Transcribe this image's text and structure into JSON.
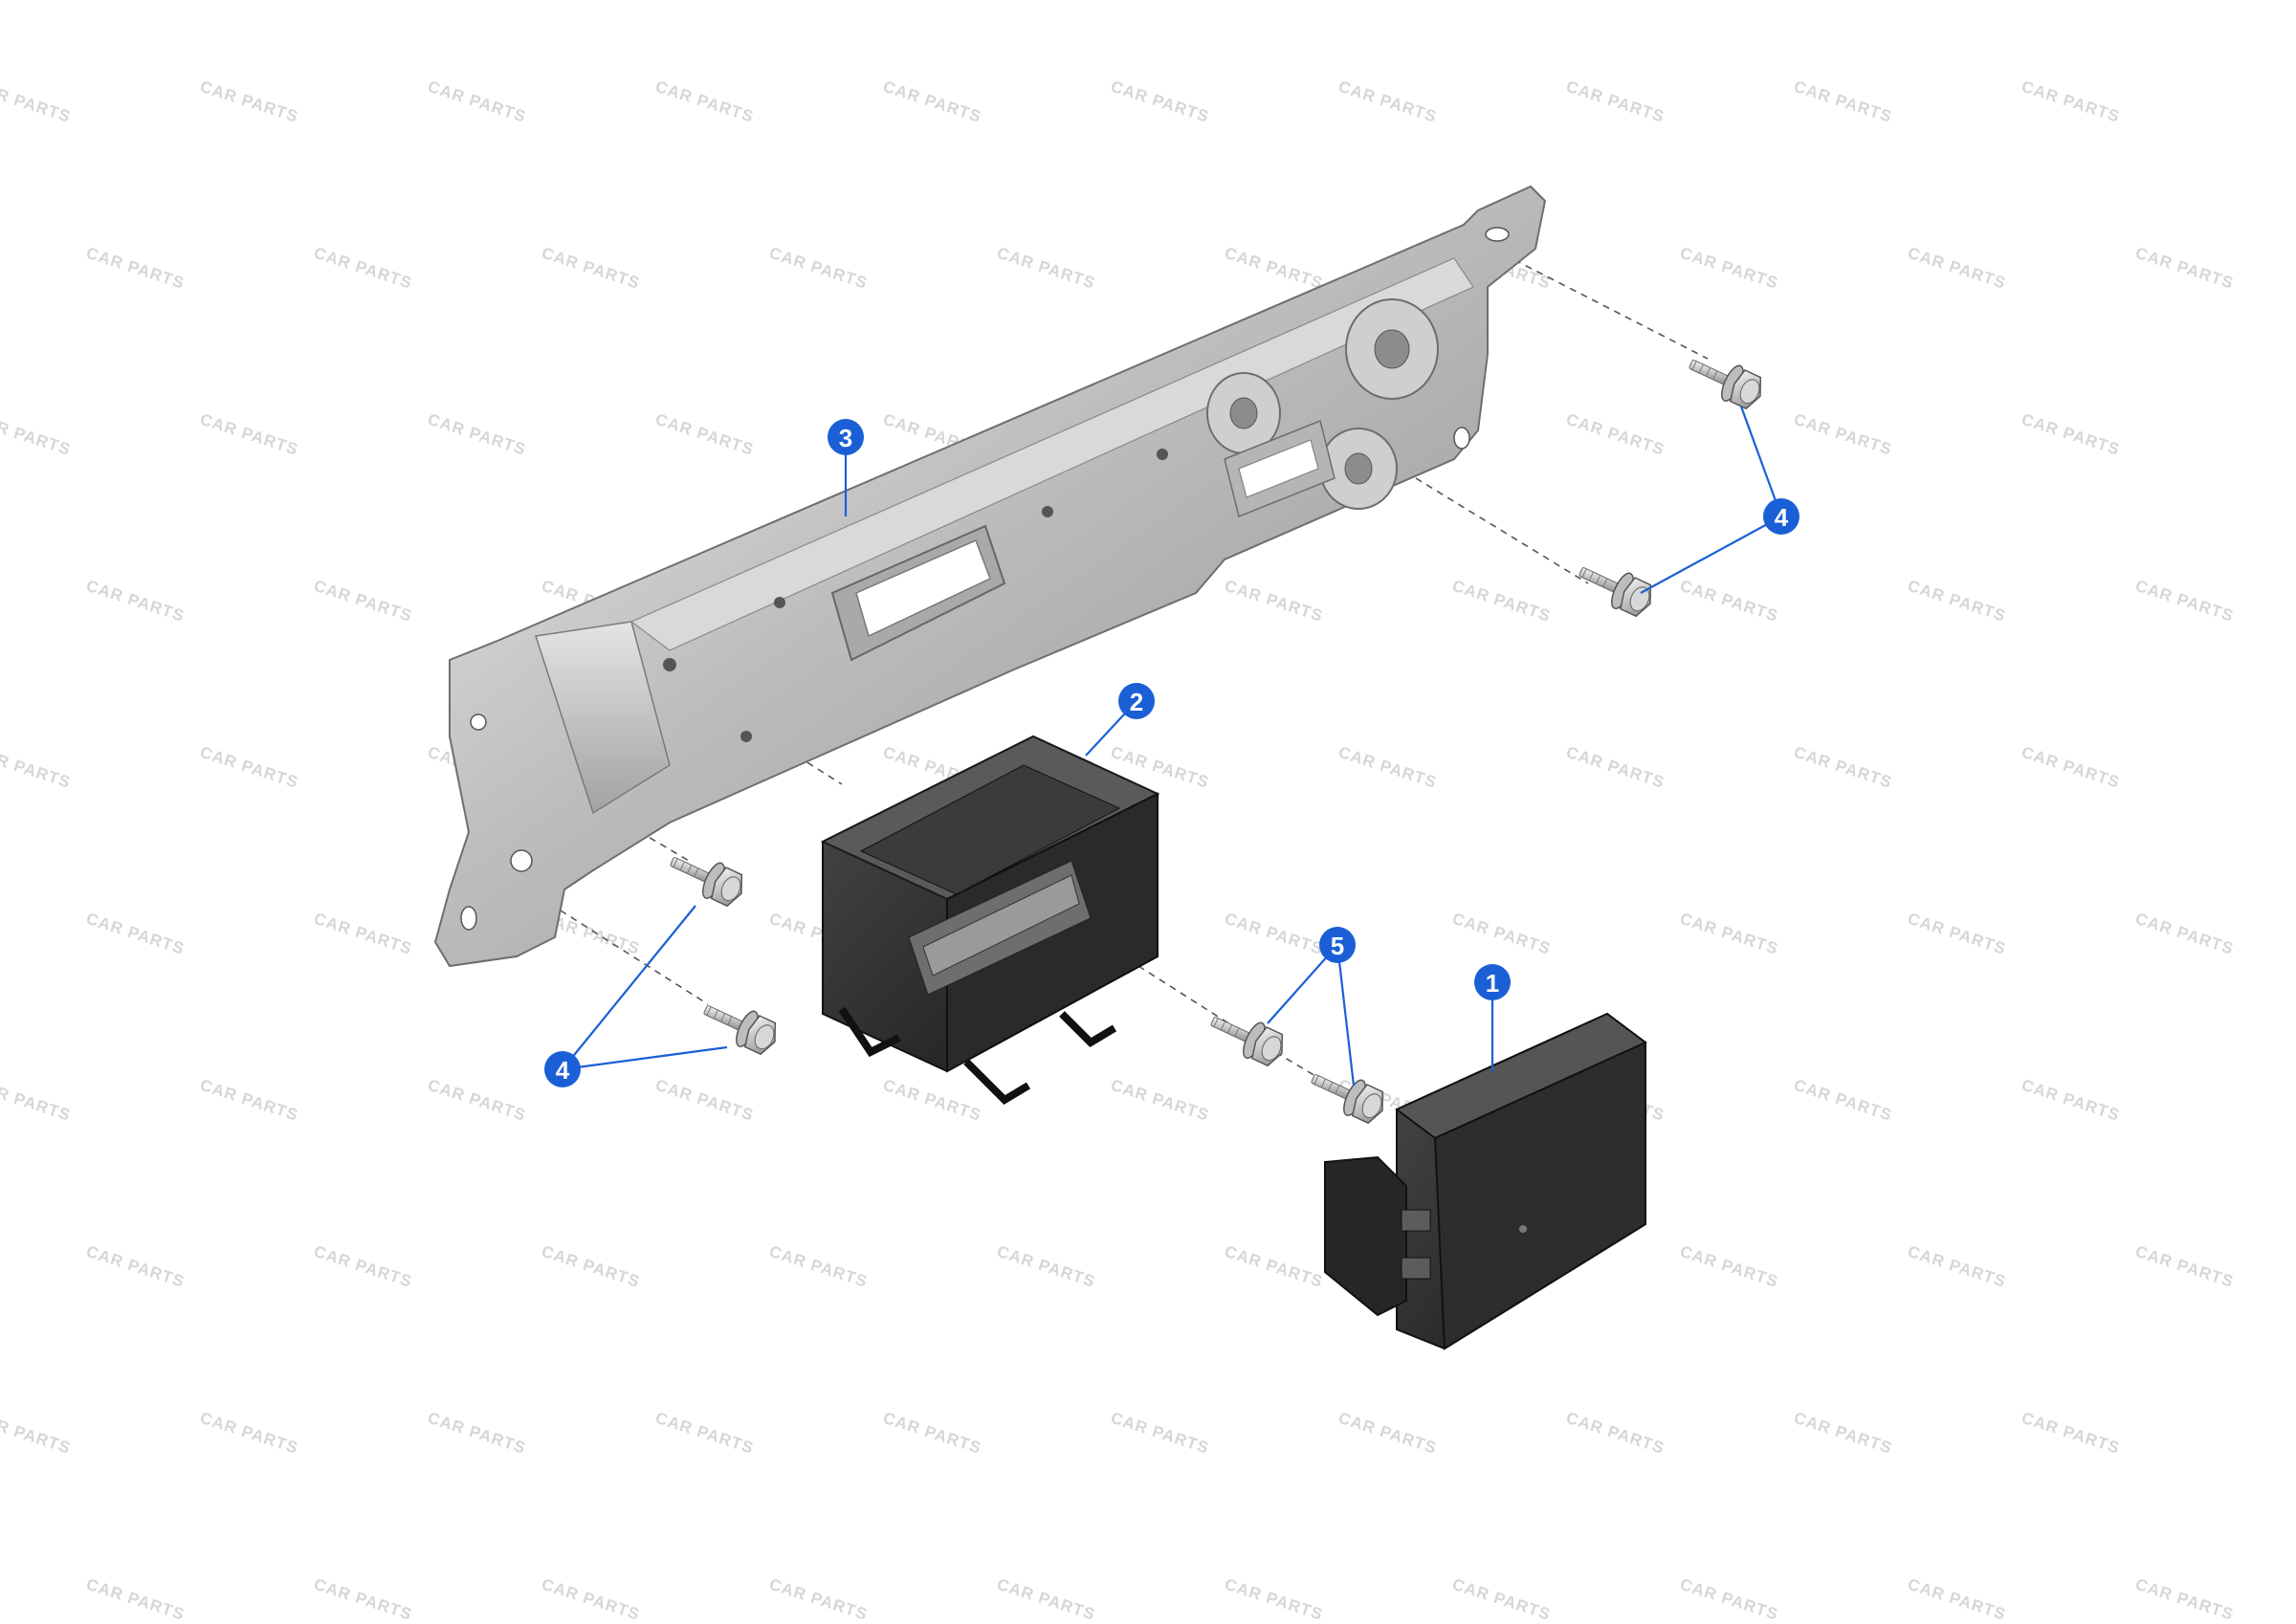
{
  "watermark": {
    "text": "CAR PARTS",
    "color": "#d6d6d6"
  },
  "accent_color": "#1a5fd6",
  "callouts": [
    {
      "id": "c1",
      "label": "1"
    },
    {
      "id": "c2",
      "label": "2"
    },
    {
      "id": "c3",
      "label": "3"
    },
    {
      "id": "c4a",
      "label": "4"
    },
    {
      "id": "c4b",
      "label": "4"
    },
    {
      "id": "c5",
      "label": "5"
    }
  ],
  "parts_icons": [
    "mounting-bracket",
    "connector-housing",
    "control-module",
    "flange-bolt"
  ]
}
